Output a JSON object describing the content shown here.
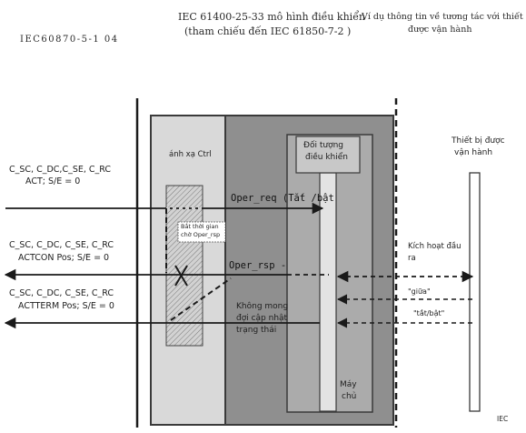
{
  "header": {
    "std_ref": "IEC60870-5-1 04",
    "middle_line1": "IEC 61400-25-33 mô hình điều khiển",
    "middle_line2": "(tham chiếu đến IEC 61850-7-2 )",
    "right_line1": "Ví dụ thông tin về tương tác với thiết bị",
    "right_line2": "được vận hành"
  },
  "left_messages": [
    {
      "line1": "C_SC, C_DC,C_SE, C_RC",
      "line2": "ACT; S/E = 0"
    },
    {
      "line1": "C_SC, C_DC, C_SE, C_RC",
      "line2": "ACTCON Pos; S/E = 0"
    },
    {
      "line1": "C_SC, C_DC, C_SE, C_RC",
      "line2": "ACTTERM Pos; S/E = 0"
    }
  ],
  "mapping": {
    "title": "ánh xạ Ctrl",
    "timer_line1": "Bắt thời gian",
    "timer_line2": "chờ Oper_rsp"
  },
  "control_object": {
    "line1": "Đối tượng",
    "line2": "điều khiển"
  },
  "messages": {
    "oper_req": "Oper_req (Tắt /bật",
    "oper_rsp": "Oper_rsp -"
  },
  "no_wait": {
    "line1": "Không mong",
    "line2": "đợi cập nhật",
    "line3": "trạng thái"
  },
  "server": {
    "line1": "Máy",
    "line2": "chủ"
  },
  "device": {
    "line1": "Thiết bị được",
    "line2": "vận hành"
  },
  "device_signals": {
    "activate_line1": "Kích hoạt đầu",
    "activate_line2": "ra",
    "middle": "\"giữa\"",
    "on_off": "\"tắt/bật\""
  },
  "footer": "IEC",
  "colors": {
    "line": "#1a1a1a",
    "mapping_fill": "#dadada",
    "server_fill": "#8e8e8e",
    "server_inner": "#a8a8a8",
    "hatch": "#d0d0d0",
    "hatch_line": "#777777"
  }
}
